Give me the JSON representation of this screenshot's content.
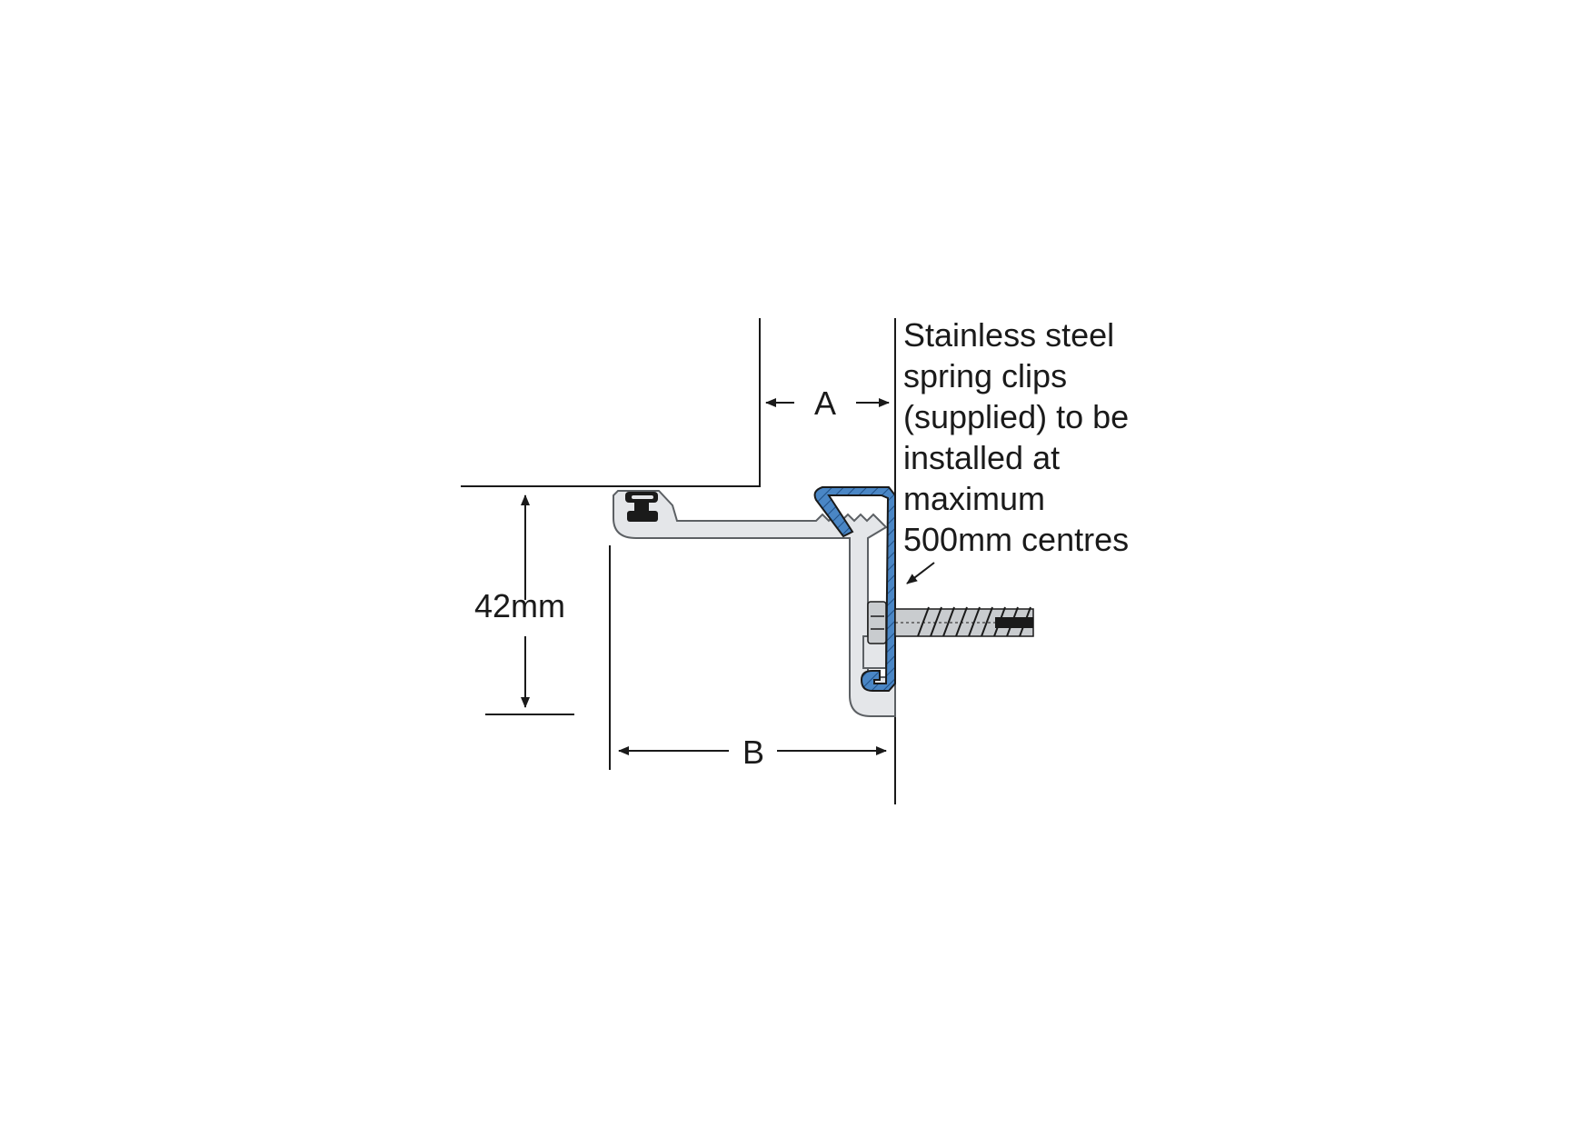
{
  "dimensions": {
    "height_label": "42mm",
    "a_label": "A",
    "b_label": "B"
  },
  "note": {
    "lines": [
      "Stainless steel",
      "spring clips",
      "(supplied) to be",
      "installed at",
      "maximum",
      "500mm centres"
    ]
  },
  "colors": {
    "line": "#1a1a1a",
    "aluminium_fill": "#e4e6e9",
    "aluminium_stroke": "#5c6064",
    "spring_clip": "#4a86c5",
    "gasket": "#1a1a1a",
    "screw": "#c9cccf"
  }
}
